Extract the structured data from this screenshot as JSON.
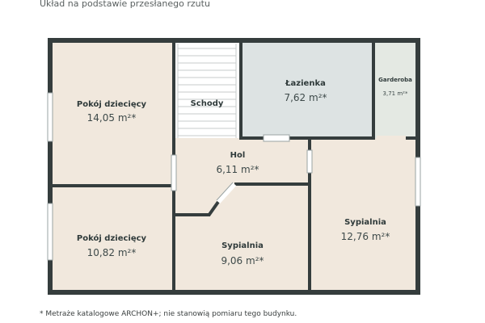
{
  "header": {
    "title": "Układ na podstawie przesłanego rzutu"
  },
  "footnote": "* Metraże katalogowe ARCHON+; nie stanowią pomiaru tego budynku.",
  "colors": {
    "wall": "#353d3d",
    "floor": "#f1e8dd",
    "bathroom": "#dde3e3",
    "wardrobe": "#e4e9e3",
    "stairs": "#ffffff",
    "window": "#ffffff"
  },
  "rooms": {
    "kids1": {
      "name": "Pokój dziecięcy",
      "area": "14,05 m²*"
    },
    "stairs": {
      "name": "Schody"
    },
    "bathroom": {
      "name": "Łazienka",
      "area": "7,62 m²*"
    },
    "wardrobe": {
      "name": "Garderoba",
      "area": "3,71 m²*"
    },
    "hall": {
      "name": "Hol",
      "area": "6,11 m²*"
    },
    "bedroom_right": {
      "name": "Sypialnia",
      "area": "12,76 m²*"
    },
    "kids2": {
      "name": "Pokój dziecięcy",
      "area": "10,82 m²*"
    },
    "bedroom_mid": {
      "name": "Sypialnia",
      "area": "9,06 m²*"
    }
  }
}
